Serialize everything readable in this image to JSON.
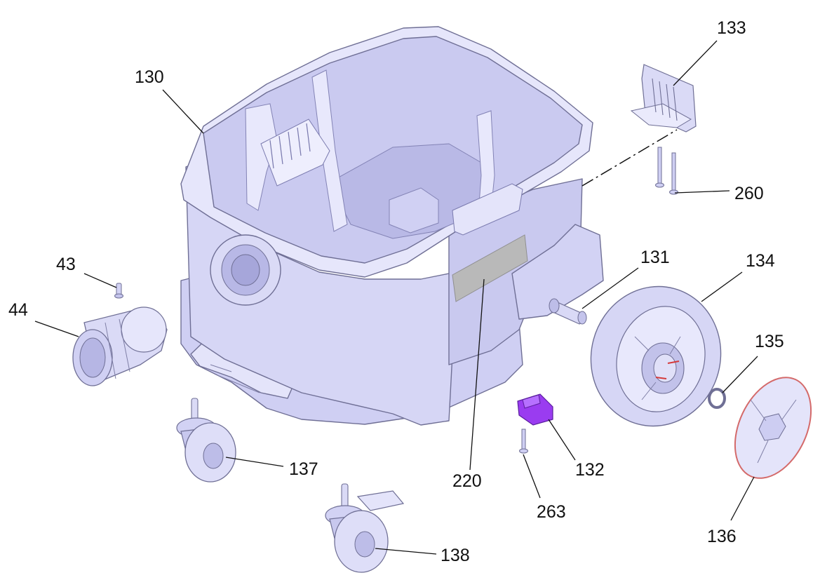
{
  "colors": {
    "part_fill": "#d9d9f6",
    "part_shade": "#bcbce6",
    "part_dark": "#9f9fd0",
    "accent_part": "#9a3cf0",
    "label_plate": "#b9b9b9",
    "tire_band": "#d46a6a"
  },
  "labels": [
    {
      "id": "130",
      "text": "130"
    },
    {
      "id": "133",
      "text": "133"
    },
    {
      "id": "260",
      "text": "260"
    },
    {
      "id": "43",
      "text": "43"
    },
    {
      "id": "44",
      "text": "44"
    },
    {
      "id": "131",
      "text": "131"
    },
    {
      "id": "134",
      "text": "134"
    },
    {
      "id": "135",
      "text": "135"
    },
    {
      "id": "137",
      "text": "137"
    },
    {
      "id": "132",
      "text": "132"
    },
    {
      "id": "220",
      "text": "220"
    },
    {
      "id": "263",
      "text": "263"
    },
    {
      "id": "136",
      "text": "136"
    },
    {
      "id": "138",
      "text": "138"
    }
  ]
}
